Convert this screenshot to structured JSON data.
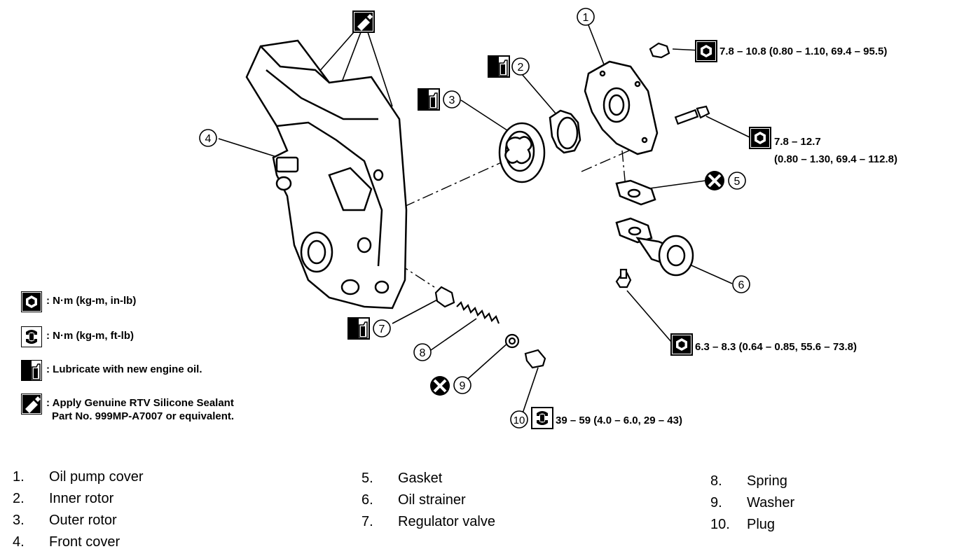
{
  "callouts": [
    "1",
    "2",
    "3",
    "4",
    "5",
    "6",
    "7",
    "8",
    "9",
    "10"
  ],
  "torque_specs": {
    "t1": "7.8 – 10.8 (0.80 – 1.10, 69.4 – 95.5)",
    "t2_line1": "7.8 – 12.7",
    "t2_line2": "(0.80 – 1.30, 69.4 – 112.8)",
    "t3": "6.3 – 8.3 (0.64 – 0.85, 55.6 – 73.8)",
    "t4": "39 – 59 (4.0 – 6.0, 29 – 43)"
  },
  "legend": [
    {
      "icon": "torque-in-lb-icon",
      "text": ": N·m (kg-m, in-lb)"
    },
    {
      "icon": "torque-ft-lb-icon",
      "text": ": N·m (kg-m, ft-lb)"
    },
    {
      "icon": "engine-oil-icon",
      "text": ": Lubricate with new engine oil."
    },
    {
      "icon": "sealant-icon",
      "text": ": Apply Genuine RTV Silicone Sealant",
      "text2": "Part No. 999MP-A7007 or equivalent."
    }
  ],
  "parts": [
    {
      "num": "1.",
      "name": "Oil pump cover"
    },
    {
      "num": "2.",
      "name": "Inner rotor"
    },
    {
      "num": "3.",
      "name": "Outer rotor"
    },
    {
      "num": "4.",
      "name": "Front cover"
    },
    {
      "num": "5.",
      "name": "Gasket"
    },
    {
      "num": "6.",
      "name": "Oil strainer"
    },
    {
      "num": "7.",
      "name": "Regulator valve"
    },
    {
      "num": "8.",
      "name": "Spring"
    },
    {
      "num": "9.",
      "name": "Washer"
    },
    {
      "num": "10.",
      "name": "Plug"
    }
  ]
}
